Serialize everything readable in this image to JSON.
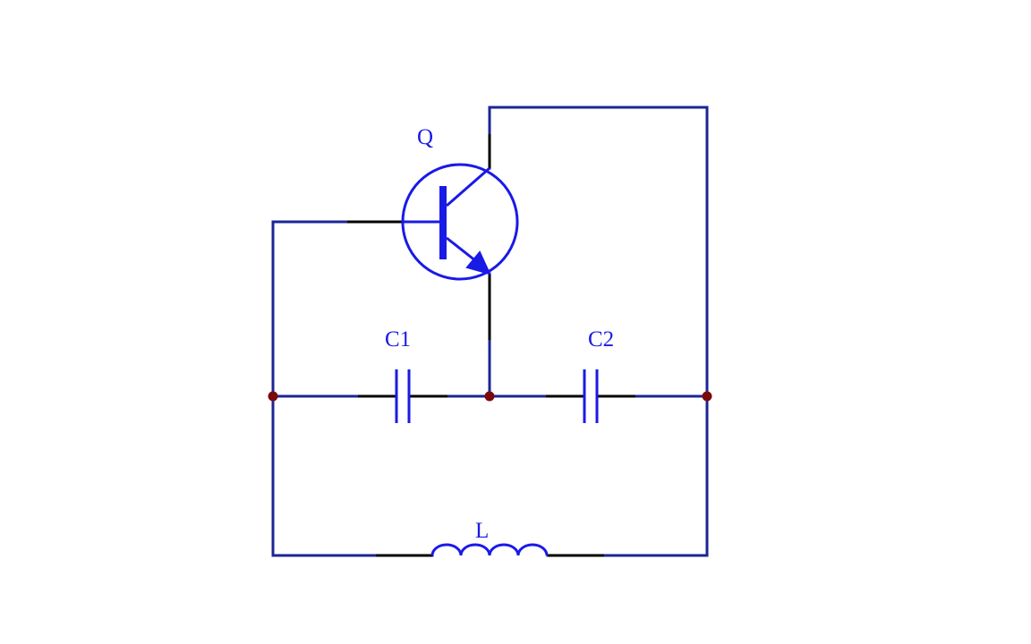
{
  "diagram": {
    "labels": {
      "transistor": "Q",
      "capacitor_1": "C1",
      "capacitor_2": "C2",
      "inductor": "L"
    },
    "colors": {
      "wire": "#1b2596",
      "component": "#1a1ae6",
      "lead": "#000000",
      "junction": "#7a0a0a",
      "background": "#ffffff"
    },
    "components": [
      {
        "type": "npn-transistor",
        "label": "Q"
      },
      {
        "type": "capacitor",
        "label": "C1"
      },
      {
        "type": "capacitor",
        "label": "C2"
      },
      {
        "type": "inductor",
        "label": "L"
      }
    ]
  }
}
